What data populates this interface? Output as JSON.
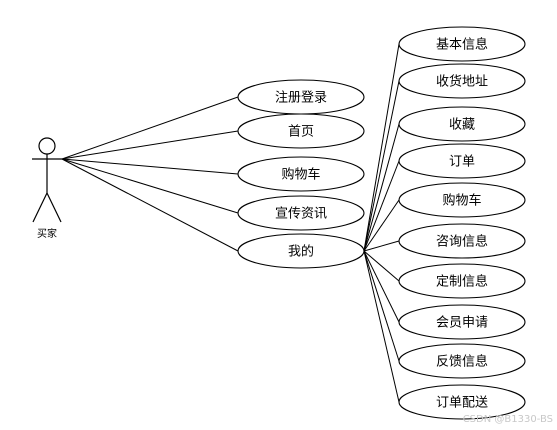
{
  "actor": {
    "label": "买家"
  },
  "primary_use_cases": [
    "注册登录",
    "首页",
    "购物车",
    "宣传资讯",
    "我的"
  ],
  "sub_use_cases": [
    "基本信息",
    "收货地址",
    "收藏",
    "订单",
    "购物车",
    "咨询信息",
    "定制信息",
    "会员申请",
    "反馈信息",
    "订单配送"
  ],
  "watermark": "CSDN @B1330-BS",
  "colors": {
    "stroke": "#000000",
    "fill": "#ffffff"
  }
}
